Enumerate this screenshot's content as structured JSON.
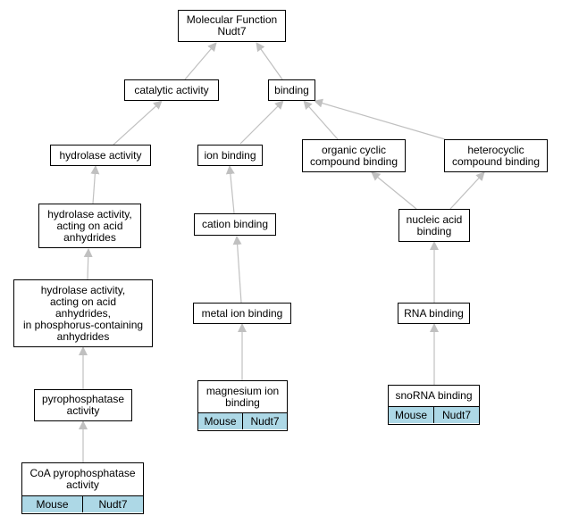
{
  "graph": {
    "root": "Molecular Function\nNudt7",
    "catalytic": "catalytic activity",
    "binding": "binding",
    "hydrolase": "hydrolase activity",
    "ion_binding": "ion binding",
    "organic_cyclic": "organic cyclic\ncompound binding",
    "heterocyclic": "heterocyclic\ncompound binding",
    "hydrolase_anhydrides": "hydrolase activity,\nacting on acid\nanhydrides",
    "cation_binding": "cation binding",
    "nucleic_acid": "nucleic acid\nbinding",
    "hydrolase_phosphorus": "hydrolase activity,\nacting on acid\nanhydrides,\nin phosphorus-containing\nanhydrides",
    "metal_ion": "metal ion binding",
    "rna_binding": "RNA binding",
    "pyrophosphatase": "pyrophosphatase\nactivity",
    "magnesium_ion": "magnesium ion\nbinding",
    "snorna": "snoRNA binding",
    "coa_pyro": "CoA pyrophosphatase\nactivity"
  },
  "annotation": {
    "organism": "Mouse",
    "gene": "Nudt7"
  },
  "edge_color": "#c0c0c0",
  "tag_color": "#add8e6"
}
